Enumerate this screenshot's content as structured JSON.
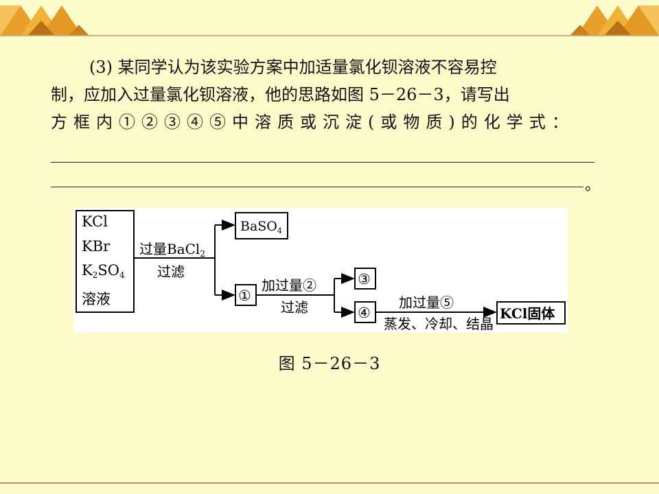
{
  "question": {
    "line1": "(3) 某同学认为该实验方案中加适量氯化钡溶液不容易控",
    "line2": "制，应加入过量氯化钡溶液，他的思路如图 5－26－3，请写出",
    "line3": "方框内①②③④⑤中溶质或沉淀(或物质)的化学式：",
    "blank_end": "。"
  },
  "figure": {
    "start_box": {
      "line1": "KCl",
      "line2": "KBr",
      "line3_main": "K",
      "line3_sub": "2",
      "line3_mid": "SO",
      "line3_sub2": "4",
      "line4": "溶液"
    },
    "step1": {
      "reagent_main": "过量BaCl",
      "reagent_sub": "2",
      "operation": "过滤"
    },
    "precipitate_box": {
      "main": "BaSO",
      "sub": "4"
    },
    "box1": "①",
    "step2": {
      "reagent": "加过量②",
      "operation": "过滤"
    },
    "box3": "③",
    "box4": "④",
    "step3": {
      "reagent": "加过量⑤",
      "operation": "蒸发、冷却、结晶"
    },
    "end_box": "KCl固体"
  },
  "caption": "图 5－26－3"
}
